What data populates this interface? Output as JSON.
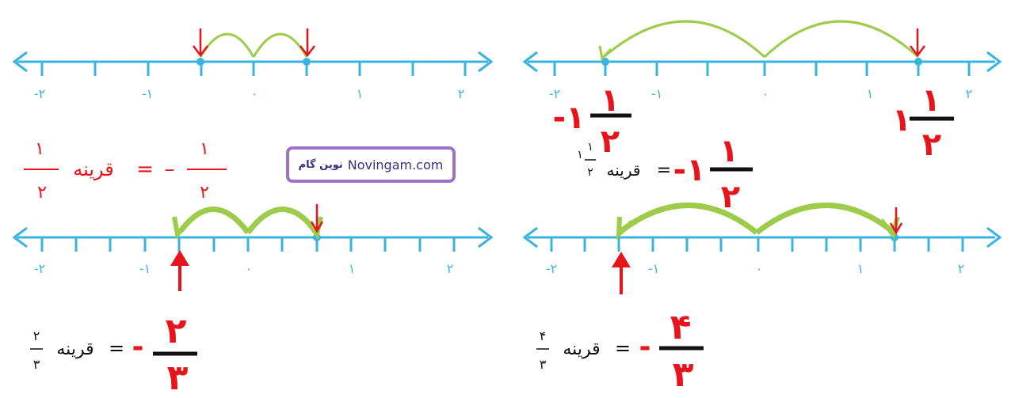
{
  "tick_labels_panel": [
    "-۲",
    "-۱",
    "۰",
    "۱",
    "۲"
  ],
  "panels": [
    {
      "id": "top-right",
      "tick_labels": [
        "-۲",
        "-۱",
        "۰",
        "۱",
        "۲"
      ],
      "neg_point_label": {
        "whole": "-۱",
        "num": "۱",
        "den": "۲"
      },
      "pos_point_label": {
        "whole": "۱",
        "num": "۱",
        "den": "۲"
      },
      "equation": {
        "left_whole": "-۱",
        "left_num": "۱",
        "left_den": "۲",
        "eq": "=",
        "word": "قرینه",
        "right_whole": "۱",
        "right_num": "۱",
        "right_den": "۲"
      }
    },
    {
      "id": "top-left",
      "tick_labels": [
        "-۲",
        "-۱",
        "۰",
        "۱",
        "۲"
      ],
      "equation": {
        "left_num": "۱",
        "left_den": "۲",
        "minus": "–",
        "eq": "=",
        "word": "قرینه",
        "right_num": "۱",
        "right_den": "۲"
      }
    },
    {
      "id": "bottom-left",
      "tick_labels": [
        "-۲",
        "-۱",
        "۰",
        "۱",
        "۲"
      ],
      "equation": {
        "minus": "-",
        "left_num": "۲",
        "left_den": "۳",
        "eq": "=",
        "word": "قرینه",
        "right_num": "۲",
        "right_den": "۳"
      }
    },
    {
      "id": "bottom-right",
      "tick_labels": [
        "-۲",
        "-۱",
        "۰",
        "۱",
        "۲"
      ],
      "equation": {
        "minus": "-",
        "left_num": "۴",
        "left_den": "۳",
        "eq": "=",
        "word": "قرینه",
        "right_num": "۴",
        "right_den": "۳"
      }
    }
  ],
  "watermark": {
    "latin": "Novingam.com",
    "persian": "نوین گام"
  },
  "colors": {
    "axis": "#39b4e0",
    "arc": "#9ccc4a",
    "red": "#e8141b",
    "watermark_border": "#9b72c8"
  }
}
